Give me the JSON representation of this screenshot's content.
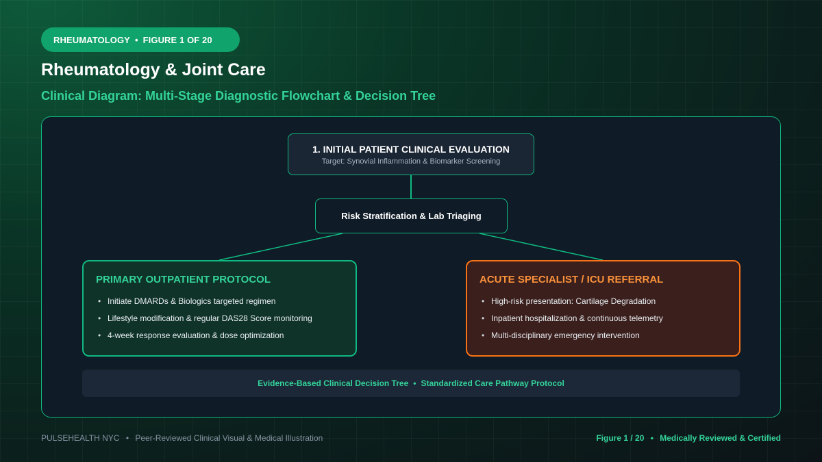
{
  "header": {
    "category": "RHEUMATOLOGY",
    "figure_label": "FIGURE 1 OF 20",
    "separator": "•",
    "title": "Rheumatology & Joint Care",
    "subtitle": "Clinical Diagram: Multi-Stage Diagnostic Flowchart & Decision Tree"
  },
  "diagram": {
    "root": {
      "title": "1. INITIAL PATIENT CLINICAL EVALUATION",
      "subtitle": "Target: Synovial Inflammation & Biomarker Screening"
    },
    "decision": {
      "label": "Risk Stratification & Lab Triaging"
    },
    "branches": [
      {
        "title": "PRIMARY OUTPATIENT PROTOCOL",
        "accent": "#10b981",
        "items": [
          "Initiate DMARDs & Biologics targeted regimen",
          "Lifestyle modification & regular DAS28 Score monitoring",
          "4-week response evaluation & dose optimization"
        ]
      },
      {
        "title": "ACUTE SPECIALIST / ICU REFERRAL",
        "accent": "#f97316",
        "items": [
          "High-risk presentation: Cartilage Degradation",
          "Inpatient hospitalization & continuous telemetry",
          "Multi-disciplinary emergency intervention"
        ]
      }
    ],
    "footer_left": "Evidence-Based Clinical Decision Tree",
    "footer_right": "Standardized Care Pathway Protocol",
    "bullet": "•"
  },
  "footer": {
    "brand": "PULSEHEALTH NYC",
    "tagline": "Peer-Reviewed Clinical Visual & Medical Illustration",
    "figure": "Figure 1 / 20",
    "certification": "Medically Reviewed & Certified"
  },
  "colors": {
    "accent_green": "#10b981",
    "accent_orange": "#f97316",
    "subtitle_green": "#34d399"
  }
}
